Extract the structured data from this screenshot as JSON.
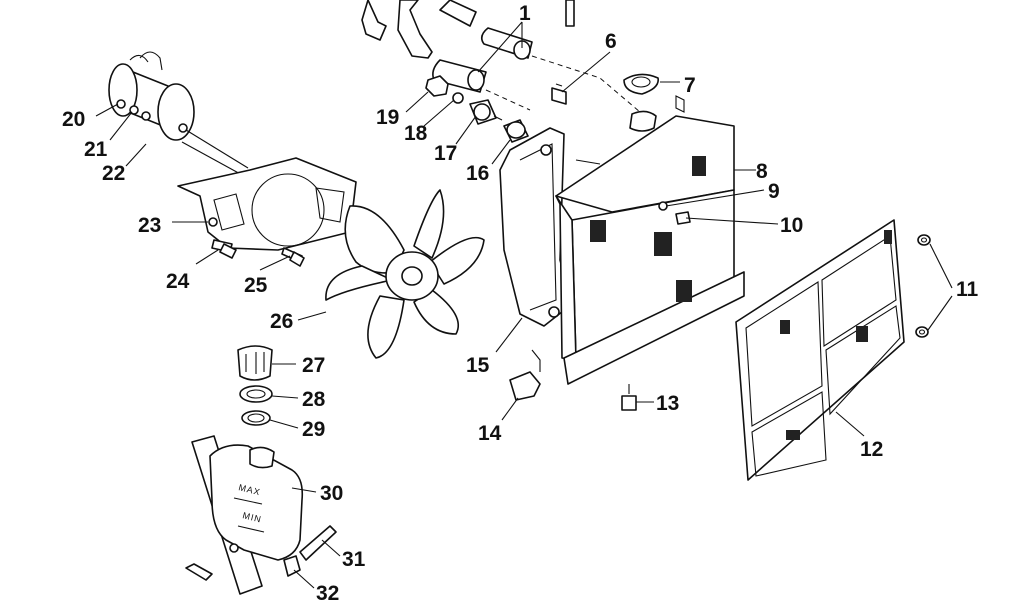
{
  "callouts": {
    "c1": "1",
    "c6": "6",
    "c7": "7",
    "c8": "8",
    "c9": "9",
    "c10": "10",
    "c11": "11",
    "c12": "12",
    "c13": "13",
    "c14": "14",
    "c15": "15",
    "c16": "16",
    "c17": "17",
    "c18": "18",
    "c19": "19",
    "c20": "20",
    "c21": "21",
    "c22": "22",
    "c23": "23",
    "c24": "24",
    "c25": "25",
    "c26": "26",
    "c27": "27",
    "c28": "28",
    "c29": "29",
    "c30": "30",
    "c31": "31",
    "c32": "32"
  },
  "tank": {
    "max_label": "MAX",
    "min_label": "MIN"
  }
}
